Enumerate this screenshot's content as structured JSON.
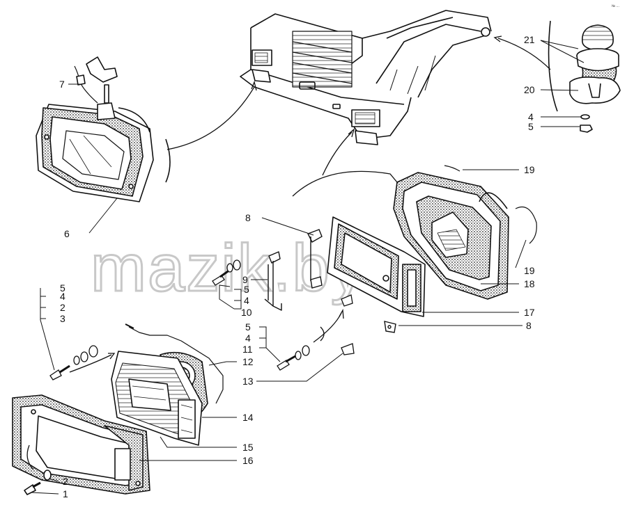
{
  "watermark": "mazik.by",
  "corner_mark": "№ ...",
  "labels": {
    "l1": "1",
    "l2a": "2",
    "l2b": "2",
    "l3": "3",
    "l4a": "4",
    "l4b": "4",
    "l4c": "4",
    "l4d": "4",
    "l5a": "5",
    "l5b": "5",
    "l5c": "5",
    "l5d": "5",
    "l6": "6",
    "l7": "7",
    "l8a": "8",
    "l8b": "8",
    "l9": "9",
    "l10": "10",
    "l11": "11",
    "l12": "12",
    "l13": "13",
    "l14": "14",
    "l15": "15",
    "l16": "16",
    "l17": "17",
    "l18": "18",
    "l19a": "19",
    "l19b": "19",
    "l20": "20",
    "l21": "21"
  }
}
